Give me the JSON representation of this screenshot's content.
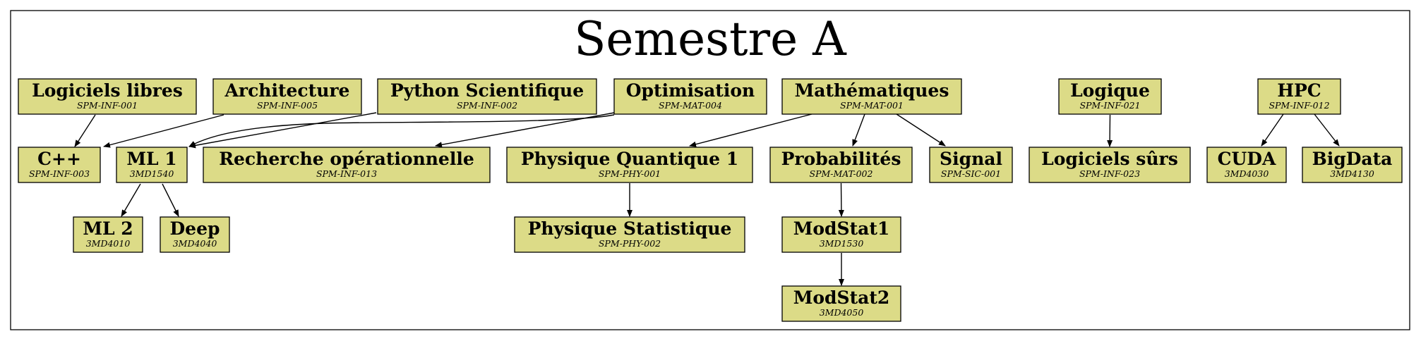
{
  "cluster": {
    "title": "Semestre A"
  },
  "colors": {
    "node_fill": "#dcdb87",
    "border": "#000000"
  },
  "nodes": [
    {
      "id": "loglib",
      "label": "Logiciels libres",
      "code": "SPM-INF-001"
    },
    {
      "id": "archi",
      "label": "Architecture",
      "code": "SPM-INF-005"
    },
    {
      "id": "python",
      "label": "Python Scientifique",
      "code": "SPM-INF-002"
    },
    {
      "id": "optim",
      "label": "Optimisation",
      "code": "SPM-MAT-004"
    },
    {
      "id": "maths",
      "label": "Mathématiques",
      "code": "SPM-MAT-001"
    },
    {
      "id": "logique",
      "label": "Logique",
      "code": "SPM-INF-021"
    },
    {
      "id": "hpc",
      "label": "HPC",
      "code": "SPM-INF-012"
    },
    {
      "id": "cpp",
      "label": "C++",
      "code": "SPM-INF-003"
    },
    {
      "id": "ml1",
      "label": "ML 1",
      "code": "3MD1540"
    },
    {
      "id": "recop",
      "label": "Recherche opérationnelle",
      "code": "SPM-INF-013"
    },
    {
      "id": "pq1",
      "label": "Physique Quantique 1",
      "code": "SPM-PHY-001"
    },
    {
      "id": "proba",
      "label": "Probabilités",
      "code": "SPM-MAT-002"
    },
    {
      "id": "signal",
      "label": "Signal",
      "code": "SPM-SIC-001"
    },
    {
      "id": "logsurs",
      "label": "Logiciels sûrs",
      "code": "SPM-INF-023"
    },
    {
      "id": "cuda",
      "label": "CUDA",
      "code": "3MD4030"
    },
    {
      "id": "bigdata",
      "label": "BigData",
      "code": "3MD4130"
    },
    {
      "id": "ml2",
      "label": "ML 2",
      "code": "3MD4010"
    },
    {
      "id": "deep",
      "label": "Deep",
      "code": "3MD4040"
    },
    {
      "id": "pstat",
      "label": "Physique Statistique",
      "code": "SPM-PHY-002"
    },
    {
      "id": "modstat1",
      "label": "ModStat1",
      "code": "3MD1530"
    },
    {
      "id": "modstat2",
      "label": "ModStat2",
      "code": "3MD4050"
    }
  ],
  "edges": [
    {
      "from": "loglib",
      "to": "cpp"
    },
    {
      "from": "archi",
      "to": "cpp"
    },
    {
      "from": "python",
      "to": "ml1"
    },
    {
      "from": "optim",
      "to": "ml1"
    },
    {
      "from": "optim",
      "to": "recop"
    },
    {
      "from": "maths",
      "to": "pq1"
    },
    {
      "from": "maths",
      "to": "proba"
    },
    {
      "from": "maths",
      "to": "signal"
    },
    {
      "from": "logique",
      "to": "logsurs"
    },
    {
      "from": "hpc",
      "to": "cuda"
    },
    {
      "from": "hpc",
      "to": "bigdata"
    },
    {
      "from": "ml1",
      "to": "ml2"
    },
    {
      "from": "ml1",
      "to": "deep"
    },
    {
      "from": "pq1",
      "to": "pstat"
    },
    {
      "from": "proba",
      "to": "modstat1"
    },
    {
      "from": "modstat1",
      "to": "modstat2"
    }
  ]
}
